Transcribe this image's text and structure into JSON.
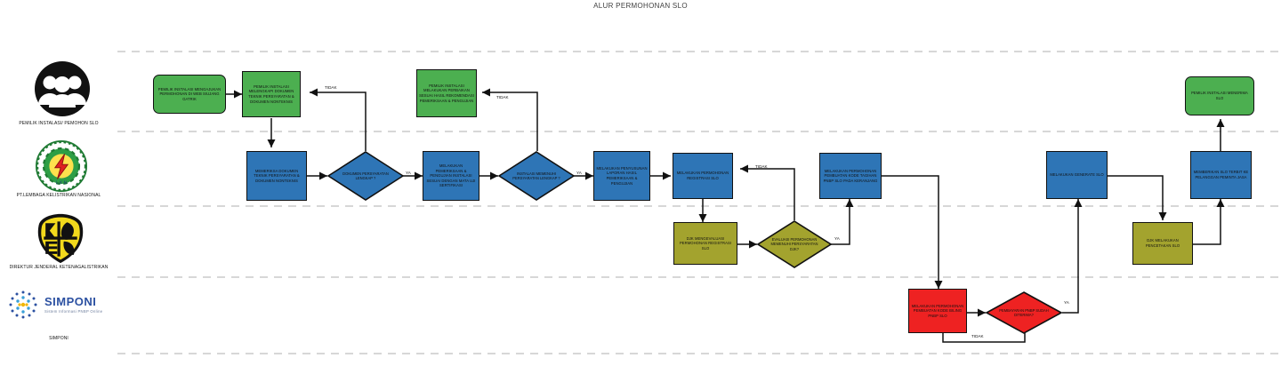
{
  "title": "ALUR PERMOHONAN SLO",
  "colors": {
    "green": "#4caf50",
    "blue": "#2e75b6",
    "olive": "#a3a32e",
    "red": "#ee2222",
    "lane_divider": "#bfbfbf",
    "stroke": "#111111"
  },
  "lanes": [
    {
      "id": "pemohon",
      "label": "PEMILIK INSTALASI/ PEMOHON SLO",
      "icon": "people-group-icon"
    },
    {
      "id": "lkn",
      "label": "PT.LEMBAGA KELISTRIKAN NASIONAL",
      "icon": "lkn-logo-icon"
    },
    {
      "id": "djk",
      "label": "DIREKTUR JENDERAL KETENAGALISTRIKAN",
      "icon": "djk-shield-icon"
    },
    {
      "id": "simponi",
      "label": "SIMPONI",
      "icon": "simponi-logo-icon",
      "logo_text": "SIMPONI",
      "logo_tagline": "Sistem Informasi PNBP Online"
    }
  ],
  "nodes": [
    {
      "id": "n1",
      "label": "PEMILIK INSTALASI MENGAJUKAN PERMOHONAN DI WEB SIUJANG GATRIK",
      "shape": "terminator",
      "color": "green",
      "lane": "pemohon"
    },
    {
      "id": "n2",
      "label": "PEMILIK INSTALASI MELENGKAPI DOKUMEN TEKNIK PERSYARATAN & DOKUMEN NONTEKNIS",
      "shape": "process",
      "color": "green",
      "lane": "pemohon"
    },
    {
      "id": "n3",
      "label": "PEMILIK INSTALASI MELAKUKAN PERBAIKAN SESUAI HASIL REKOMENDASI PEMERIKSAAN & PENGUJIAN",
      "shape": "process",
      "color": "green",
      "lane": "pemohon"
    },
    {
      "id": "n4",
      "label": "PEMILIK INSTALASI MENERIMA SLO",
      "shape": "terminator",
      "color": "green",
      "lane": "pemohon"
    },
    {
      "id": "n5",
      "label": "MEMERIKSA DOKUMEN TEKNIK PERSYARATAN & DOKUMEN NONTEKNIS",
      "shape": "process",
      "color": "blue",
      "lane": "lkn"
    },
    {
      "id": "d1",
      "label": "DOKUMEN PERSYARATAN LENGKAP ?",
      "shape": "decision",
      "color": "blue",
      "lane": "lkn"
    },
    {
      "id": "n6",
      "label": "MELAKUKAN PEMERIKSAAN & PENGUJIAN INSTALASI SESUAI DENGAN MATA UJI SERTIFIKASI",
      "shape": "process",
      "color": "blue",
      "lane": "lkn"
    },
    {
      "id": "d2",
      "label": "INSTALASI MEMENUHI PERSYARATAN LENGKAP ?",
      "shape": "decision",
      "color": "blue",
      "lane": "lkn"
    },
    {
      "id": "n7",
      "label": "MELAKUKAN PENYUSUNAN LAPORAN HASIL PEMERIKSAAN & PENGUJIAN",
      "shape": "process",
      "color": "blue",
      "lane": "lkn"
    },
    {
      "id": "n8",
      "label": "MELAKUKAN PERMOHONAN REGISTRASI SLO",
      "shape": "process",
      "color": "blue",
      "lane": "lkn"
    },
    {
      "id": "n9",
      "label": "MELAKUKAN PERMOHONAN PEMBUATAN KODE TAGIHAN PNBP SLO PADA KERANJANG",
      "shape": "process",
      "color": "blue",
      "lane": "lkn"
    },
    {
      "id": "n10",
      "label": "MELAKUKAN GENERATE SLO",
      "shape": "process",
      "color": "blue",
      "lane": "lkn"
    },
    {
      "id": "n11",
      "label": "MEMBERIKAN SLO TERBIT KE PELANGGAN PEMINTA JASA",
      "shape": "process",
      "color": "blue",
      "lane": "lkn"
    },
    {
      "id": "n12",
      "label": "DJK MENGEVALUASI PERMOHONAN REGISTRASI SLO",
      "shape": "process",
      "color": "olive",
      "lane": "djk"
    },
    {
      "id": "d3",
      "label": "EVALUASI PERMOHONAN MEMENUHI PERSYARATAN DJK?",
      "shape": "decision",
      "color": "olive",
      "lane": "djk"
    },
    {
      "id": "n13",
      "label": "DJK MELAKUKAN PENCETAKAN SLO",
      "shape": "process",
      "color": "olive",
      "lane": "djk"
    },
    {
      "id": "n14",
      "label": "MELAKUKAN PERMOHONAN PEMBUATAN KODE BILING PNBP SLO",
      "shape": "process",
      "color": "red",
      "lane": "simponi"
    },
    {
      "id": "d4",
      "label": "PEMBAYARAN PNBP SUDAH DITERIMA?",
      "shape": "decision",
      "color": "red",
      "lane": "simponi"
    }
  ],
  "edge_labels": [
    {
      "id": "e1",
      "text": "TIDAK"
    },
    {
      "id": "e2",
      "text": "TIDAK"
    },
    {
      "id": "e3",
      "text": "YA"
    },
    {
      "id": "e4",
      "text": "YA"
    },
    {
      "id": "e5",
      "text": "TIDAK"
    },
    {
      "id": "e6",
      "text": "YA"
    },
    {
      "id": "e7",
      "text": "YA"
    },
    {
      "id": "e8",
      "text": "TIDAK"
    }
  ]
}
